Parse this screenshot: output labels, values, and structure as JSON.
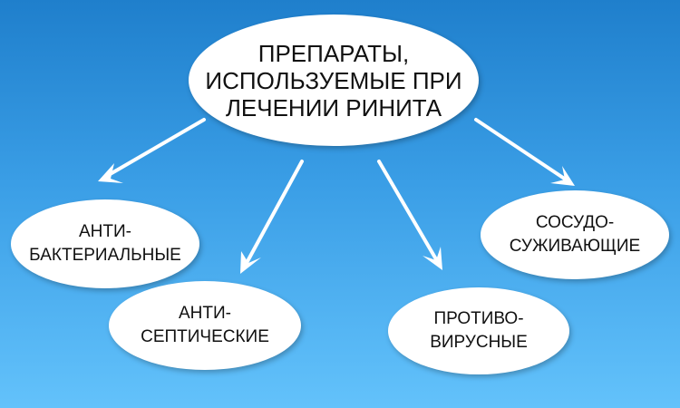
{
  "center": {
    "lines": [
      "ПРЕПАРАТЫ,",
      "ИСПОЛЬЗУЕМЫЕ ПРИ",
      "ЛЕЧЕНИИ РИНИТА"
    ]
  },
  "nodes": {
    "antibacterial": {
      "lines": [
        "АНТИ-",
        "БАКТЕРИАЛЬНЫЕ"
      ]
    },
    "antiseptic": {
      "lines": [
        "АНТИ-",
        "СЕПТИЧЕСКИЕ"
      ]
    },
    "antiviral": {
      "lines": [
        "ПРОТИВО-",
        "ВИРУСНЫЕ"
      ]
    },
    "vasoconstrictor": {
      "lines": [
        "СОСУДО-",
        "СУЖИВАЮЩИЕ"
      ]
    }
  },
  "colors": {
    "background_top": "#1f7fcc",
    "background_bottom": "#63c2fb",
    "node_fill": "#ffffff",
    "arrow": "#ffffff",
    "text": "#111111"
  }
}
